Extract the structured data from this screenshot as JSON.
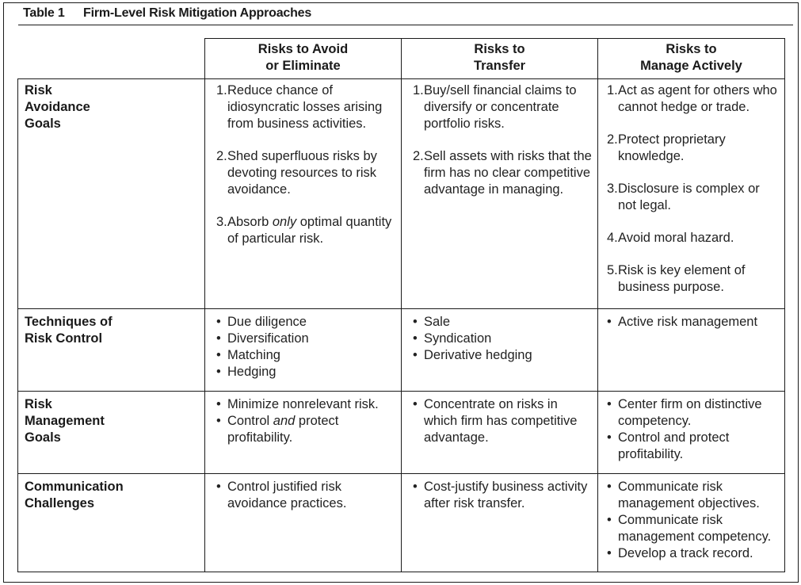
{
  "table": {
    "number": "Table 1",
    "title": "Firm-Level Risk Mitigation Approaches",
    "columns": [
      {
        "line1": "Risks to Avoid",
        "line2": "or Eliminate"
      },
      {
        "line1": "Risks to",
        "line2": "Transfer"
      },
      {
        "line1": "Risks to",
        "line2": "Manage Actively"
      }
    ],
    "rows": {
      "avoidance": {
        "label": [
          "Risk",
          "Avoidance",
          "Goals"
        ],
        "col1": [
          {
            "n": "1.",
            "text": "Reduce chance of idiosyncratic losses arising from business activities."
          },
          {
            "n": "2.",
            "text": " Shed superfluous risks by devoting resources to risk avoidance."
          },
          {
            "n": "3.",
            "pre": "Absorb ",
            "em": "only",
            "post": " optimal quantity of particular risk."
          }
        ],
        "col2": [
          {
            "n": "1.",
            "text": "Buy/sell financial claims to diversify or concentrate portfolio risks."
          },
          {
            "n": "2.",
            "text": "Sell assets with risks that the firm has no clear competitive advantage in managing."
          }
        ],
        "col3": [
          {
            "n": "1.",
            "text": "Act as agent for others who cannot hedge or trade."
          },
          {
            "n": "2.",
            "text": "Protect proprietary knowledge."
          },
          {
            "n": "3.",
            "text": "Disclosure is complex or not legal."
          },
          {
            "n": "4.",
            "text": "Avoid moral hazard."
          },
          {
            "n": "5.",
            "text": "Risk is key element of business purpose."
          }
        ]
      },
      "techniques": {
        "label": [
          "Techniques of",
          "Risk Control"
        ],
        "col1": [
          "Due diligence",
          "Diversification",
          "Matching",
          "Hedging"
        ],
        "col2": [
          "Sale",
          "Syndication",
          "Derivative hedging"
        ],
        "col3": [
          "Active risk management"
        ]
      },
      "management": {
        "label": [
          "Risk",
          "Management",
          "Goals"
        ],
        "col1": [
          {
            "text": "Minimize nonrelevant risk."
          },
          {
            "pre": "Control ",
            "em": "and",
            "post": " protect profitability."
          }
        ],
        "col2": [
          "Concentrate on risks in which firm has competitive advantage."
        ],
        "col3": [
          "Center firm on distinctive competency.",
          "Control and protect profitability."
        ]
      },
      "communication": {
        "label": [
          "Communication",
          "Challenges"
        ],
        "col1": [
          "Control justified risk avoidance practices."
        ],
        "col2": [
          "Cost-justify business activity after risk transfer."
        ],
        "col3": [
          "Communicate risk management objectives.",
          "Communicate risk management competency.",
          "Develop a track record."
        ]
      }
    }
  }
}
